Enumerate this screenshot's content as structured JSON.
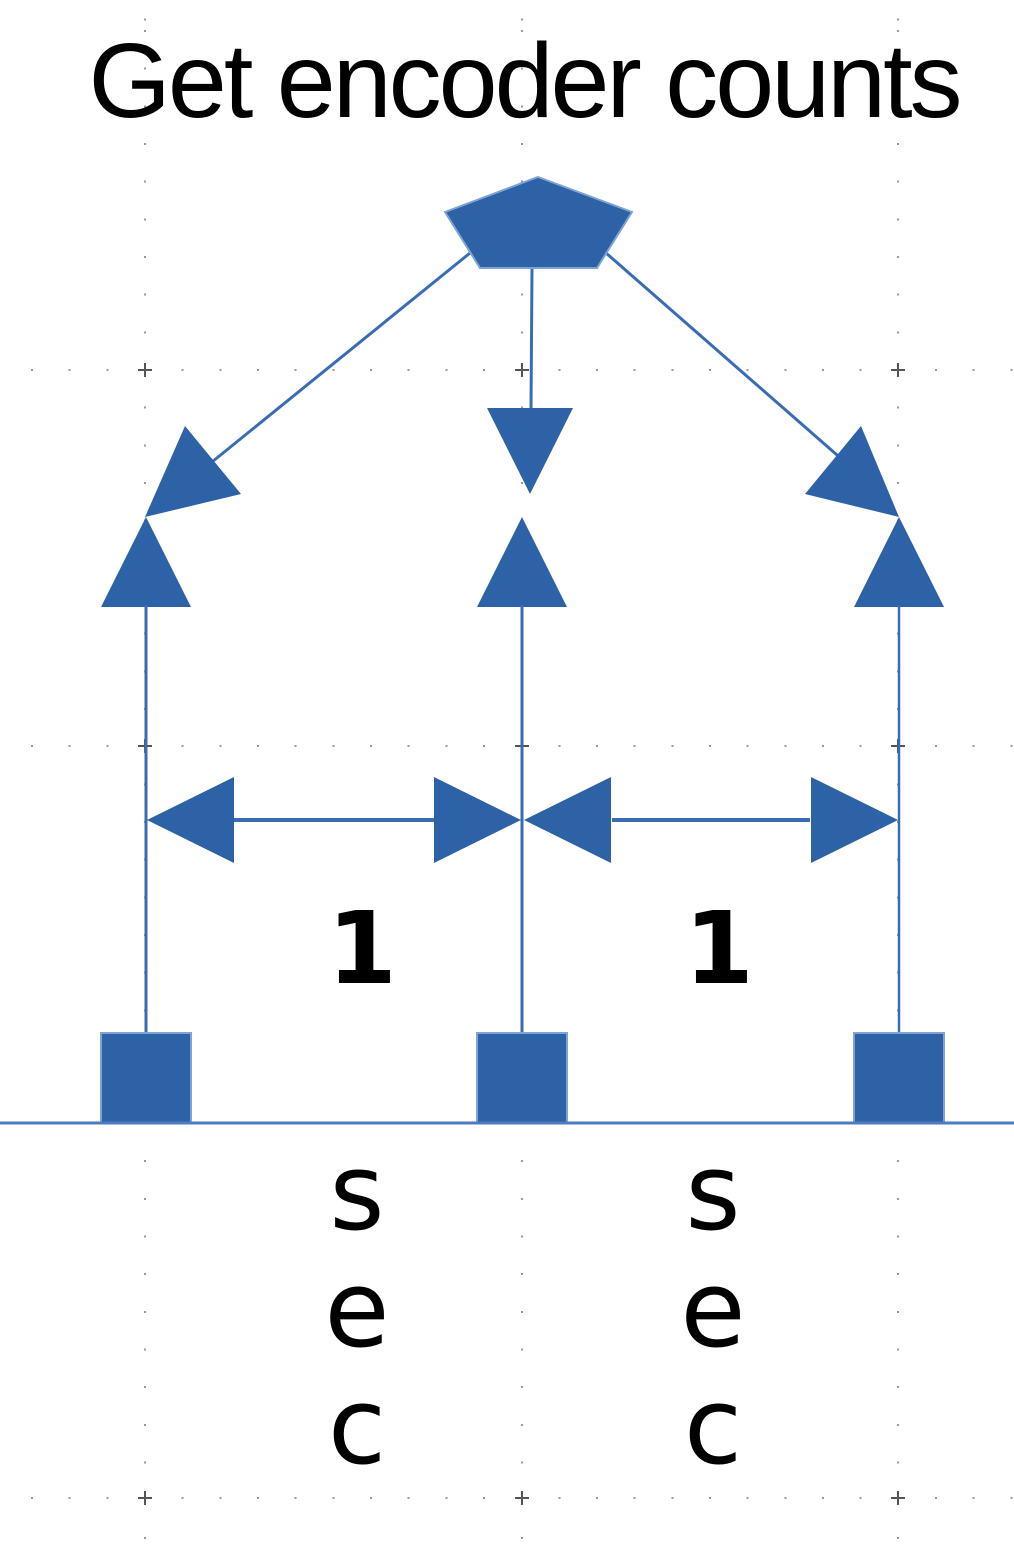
{
  "title": "Get encoder counts",
  "interval_labels": {
    "left": {
      "value": "1",
      "unit": "s\ne\nc"
    },
    "right": {
      "value": "1",
      "unit": "s\ne\nc"
    }
  },
  "colors": {
    "shape_fill": "#2E62A7",
    "shape_edge": "#7FA3D4",
    "connector": "#3A6CB4",
    "baseline": "#4C7CC0",
    "grid_dot": "#777777",
    "text": "#000000"
  },
  "diagram_shapes": [
    "start-pentagon",
    "branch-connector-left",
    "branch-connector-center",
    "branch-connector-right",
    "down-arrowhead-center",
    "diagonal-arrowhead-left",
    "diagonal-arrowhead-right",
    "up-arrowhead-left",
    "up-arrowhead-center",
    "up-arrowhead-right",
    "interval-arrow-left",
    "interval-arrow-right",
    "pulse-square-left",
    "pulse-square-center",
    "pulse-square-right",
    "timeline-baseline"
  ]
}
